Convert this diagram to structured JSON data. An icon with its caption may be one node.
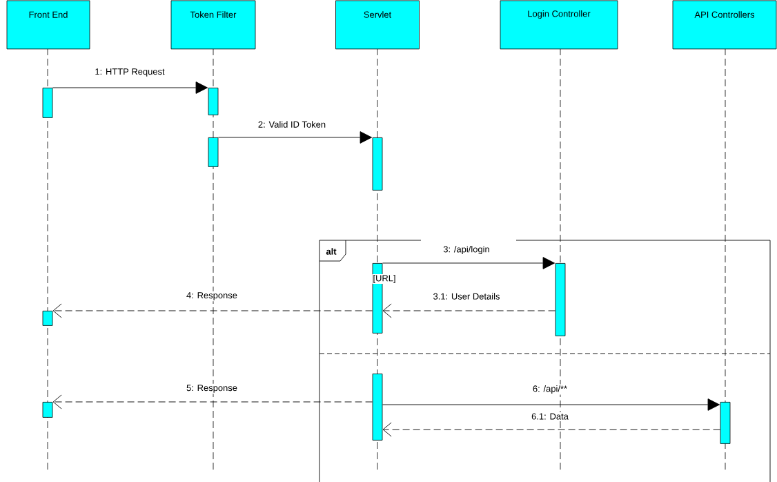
{
  "diagram": {
    "nodes": [
      {
        "text": [
          "Front End"
        ]
      },
      {
        "text": [
          "Token Filter"
        ]
      },
      {
        "text": [
          "Servlet"
        ]
      },
      {
        "text": [
          "Login Controller"
        ]
      },
      {
        "text": [
          "API Controllers"
        ]
      },
      {
        "text": [
          "alt"
        ]
      },
      {
        "text": [],
        "shape": "bar"
      },
      {
        "text": [],
        "shape": "bar"
      },
      {
        "text": [],
        "shape": "bar"
      },
      {
        "text": [],
        "shape": "bar"
      },
      {
        "text": [],
        "shape": "bar",
        "in": 5
      },
      {
        "text": [],
        "shape": "bar",
        "in": 5
      },
      {
        "text": [],
        "shape": "bar"
      },
      {
        "text": [],
        "shape": "bar",
        "in": 5
      },
      {
        "text": [],
        "shape": "bar"
      },
      {
        "text": [],
        "shape": "bar",
        "in": 5
      }
    ],
    "edges": [
      {
        "from": 6,
        "to": 7,
        "arrow": "to",
        "label": "1: HTTP Request"
      },
      {
        "from": 8,
        "to": 9,
        "arrow": "to",
        "label": "2: Valid ID Token"
      },
      {
        "from": 10,
        "to": 11,
        "arrow": "to",
        "label": "3: /api/login"
      },
      {
        "from": 11,
        "to": 10,
        "arrow": "to",
        "label": "3.1: User Details",
        "style": "dashed"
      },
      {
        "from": 10,
        "to": 12,
        "arrow": "to",
        "label": "4: Response",
        "style": "dashed"
      },
      {
        "from": 13,
        "to": 14,
        "arrow": "to",
        "label": "5: Response",
        "style": "dashed"
      },
      {
        "from": 13,
        "to": 15,
        "arrow": "to",
        "label": "6: /api/**"
      },
      {
        "from": 15,
        "to": 13,
        "arrow": "to",
        "label": "6.1: Data",
        "style": "dashed"
      }
    ],
    "labels": [
      "[URL]"
    ]
  }
}
